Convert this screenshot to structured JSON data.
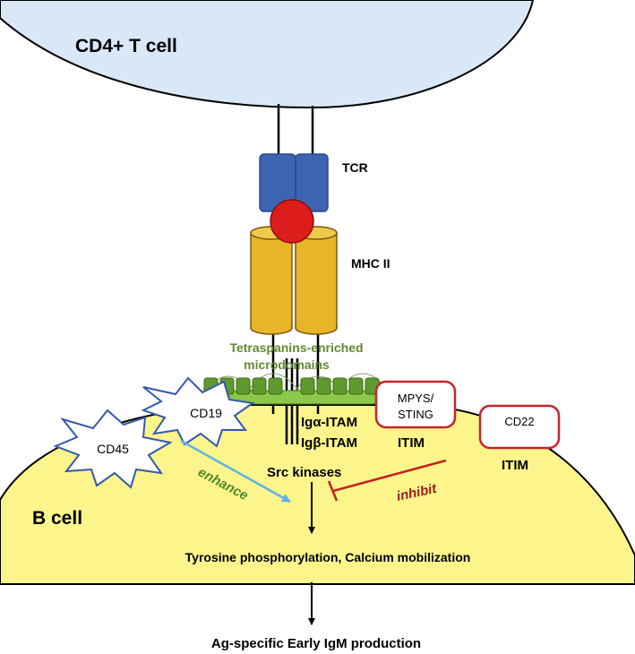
{
  "labels": {
    "t_cell": "CD4+ T cell",
    "tcr": "TCR",
    "mhc": "MHC II",
    "tetraspanin_line1": "Tetraspanins-enriched",
    "tetraspanin_line2": "microdomains",
    "cd19": "CD19",
    "cd45": "CD45",
    "iga": "Igα-ITAM",
    "igb": "Igβ-ITAM",
    "mpys_line1": "MPYS/",
    "mpys_line2": "STING",
    "itim_left": "ITIM",
    "cd22": "CD22",
    "itim_right": "ITIM",
    "src": "Src kinases",
    "enhance": "enhance",
    "inhibit": "inhibit",
    "b_cell": "B cell",
    "signal": "Tyrosine phosphorylation, Calcium mobilization",
    "output": "Ag-specific Early IgM production"
  },
  "colors": {
    "t_cell_fill": "#dae7f7",
    "b_cell_fill": "#fbf58c",
    "tcr_blue": "#3d64b0",
    "antigen_red": "#dd1c1c",
    "mhc_gold": "#e8b52a",
    "tetraspanin_green": "#76b33d",
    "tetraspanin_text": "#5f8a2f",
    "enhance_green": "#4f8a2a",
    "enhance_arrow": "#5eb3e6",
    "inhibit_red": "#c42222",
    "box_red": "#c9242b",
    "star_blue": "#3558b0"
  }
}
